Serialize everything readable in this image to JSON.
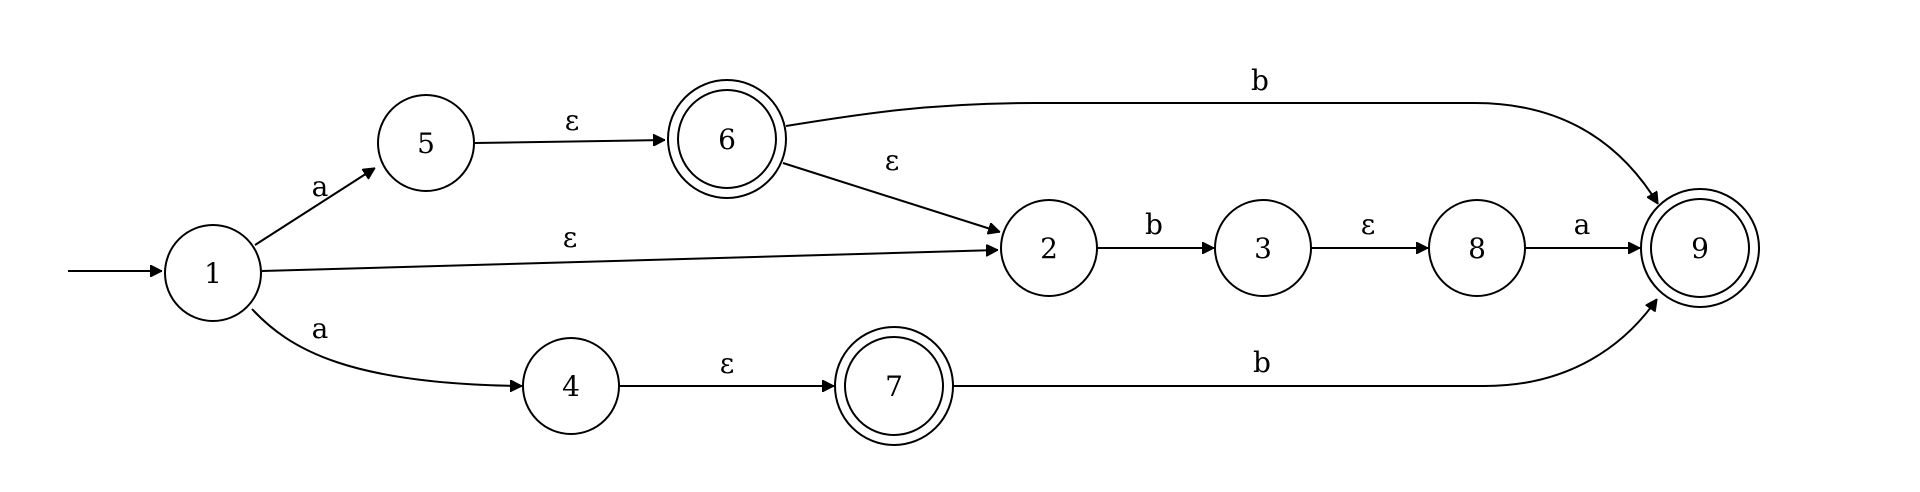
{
  "states": [
    {
      "id": "1",
      "label": "1",
      "accepting": false,
      "initial": true
    },
    {
      "id": "2",
      "label": "2",
      "accepting": false,
      "initial": false
    },
    {
      "id": "3",
      "label": "3",
      "accepting": false,
      "initial": false
    },
    {
      "id": "4",
      "label": "4",
      "accepting": false,
      "initial": false
    },
    {
      "id": "5",
      "label": "5",
      "accepting": false,
      "initial": false
    },
    {
      "id": "6",
      "label": "6",
      "accepting": true,
      "initial": false
    },
    {
      "id": "7",
      "label": "7",
      "accepting": true,
      "initial": false
    },
    {
      "id": "8",
      "label": "8",
      "accepting": false,
      "initial": false
    },
    {
      "id": "9",
      "label": "9",
      "accepting": true,
      "initial": false
    }
  ],
  "transitions": [
    {
      "from": "1",
      "to": "5",
      "label": "a"
    },
    {
      "from": "1",
      "to": "2",
      "label": "ε"
    },
    {
      "from": "1",
      "to": "4",
      "label": "a"
    },
    {
      "from": "5",
      "to": "6",
      "label": "ε"
    },
    {
      "from": "6",
      "to": "9",
      "label": "b"
    },
    {
      "from": "6",
      "to": "2",
      "label": "ε"
    },
    {
      "from": "2",
      "to": "3",
      "label": "b"
    },
    {
      "from": "3",
      "to": "8",
      "label": "ε"
    },
    {
      "from": "8",
      "to": "9",
      "label": "a"
    },
    {
      "from": "4",
      "to": "7",
      "label": "ε"
    },
    {
      "from": "7",
      "to": "9",
      "label": "b"
    }
  ],
  "colors": {
    "stroke": "#000000",
    "background": "#ffffff"
  }
}
